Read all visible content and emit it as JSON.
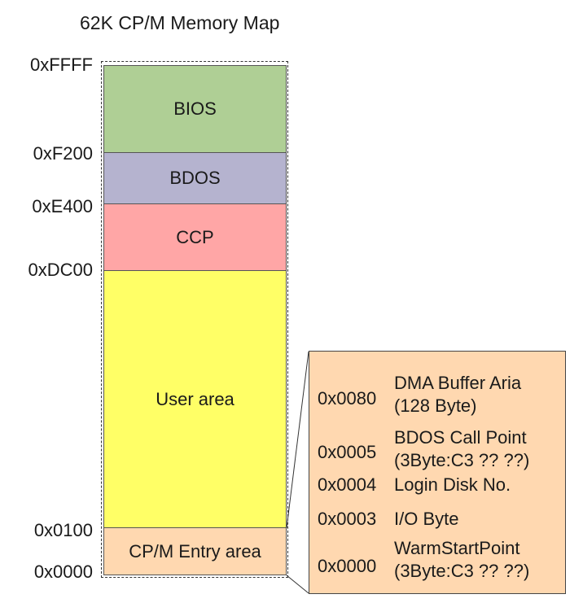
{
  "title": "62K CP/M Memory Map",
  "regions": [
    {
      "label": "BIOS",
      "color": "#afcf95"
    },
    {
      "label": "BDOS",
      "color": "#b5b3cf"
    },
    {
      "label": "CCP",
      "color": "#ffa6a6"
    },
    {
      "label": "User area",
      "color": "#ffff66"
    },
    {
      "label": "CP/M Entry area",
      "color": "#ffd8b0"
    }
  ],
  "addresses": [
    "0xFFFF",
    "0xF200",
    "0xE400",
    "0xDC00",
    "0x0100",
    "0x0000"
  ],
  "entry_detail": [
    {
      "addr": "0x0080",
      "desc_line1": "DMA Buffer Aria",
      "desc_line2": "(128 Byte)"
    },
    {
      "addr": "0x0005",
      "desc_line1": "BDOS Call Point",
      "desc_line2": "(3Byte:C3 ?? ??)"
    },
    {
      "addr": "0x0004",
      "desc_line1": "Login Disk No."
    },
    {
      "addr": "0x0003",
      "desc_line1": "I/O Byte"
    },
    {
      "addr": "0x0000",
      "desc_line1": "WarmStartPoint",
      "desc_line2": "(3Byte:C3 ?? ??)"
    }
  ]
}
